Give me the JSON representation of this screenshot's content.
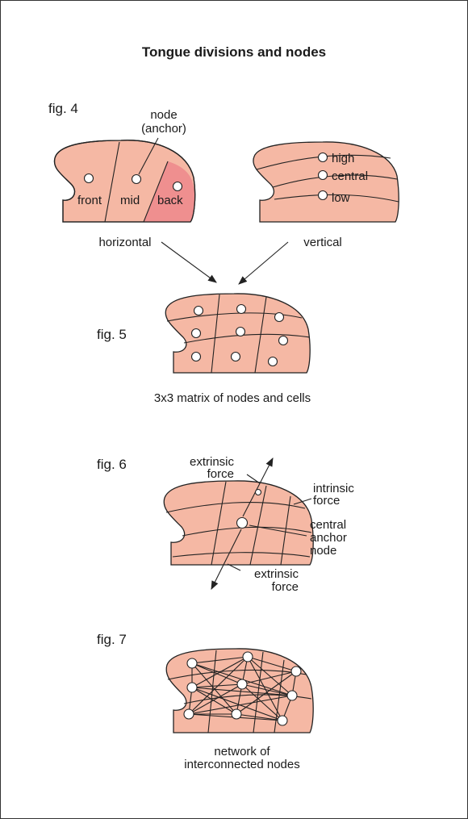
{
  "title": "Tongue divisions and nodes",
  "fig4": {
    "label": "fig. 4",
    "node_label_line1": "node",
    "node_label_line2": "(anchor)",
    "horizontal": {
      "regions": [
        "front",
        "mid",
        "back"
      ],
      "caption": "horizontal"
    },
    "vertical": {
      "regions": [
        "high",
        "central",
        "low"
      ],
      "caption": "vertical"
    }
  },
  "fig5": {
    "label": "fig. 5",
    "caption": "3x3 matrix of nodes and cells"
  },
  "fig6": {
    "label": "fig. 6",
    "extrinsic_top_line1": "extrinsic",
    "extrinsic_top_line2": "force",
    "intrinsic_line1": "intrinsic",
    "intrinsic_line2": "force",
    "central_line1": "central",
    "central_line2": "anchor",
    "central_line3": "node",
    "extrinsic_bottom_line1": "extrinsic",
    "extrinsic_bottom_line2": "force"
  },
  "fig7": {
    "label": "fig. 7",
    "caption_line1": "network of",
    "caption_line2": "interconnected nodes"
  },
  "colors": {
    "tongue": "#f5b8a4",
    "back_region": "#ef8f8f",
    "outline": "#222222"
  }
}
